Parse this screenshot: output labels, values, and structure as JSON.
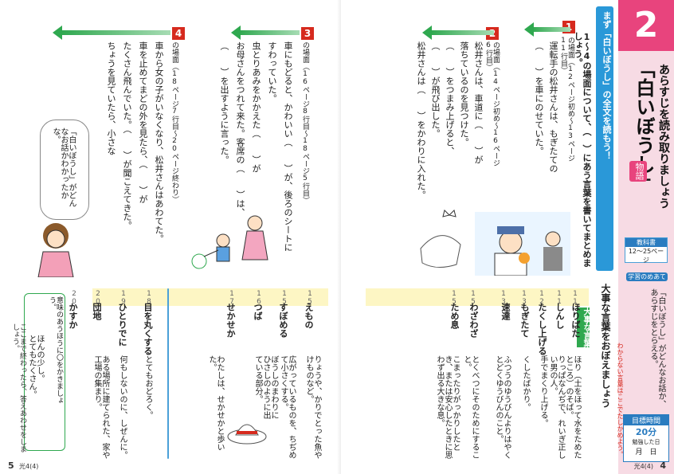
{
  "unit": {
    "number": "2",
    "title": "「白いぼうし」",
    "genre": "物語",
    "subtitle": "あらすじを読み取りましょう"
  },
  "textbook": {
    "label": "教科書",
    "pages": "12～25ページ"
  },
  "goal": {
    "label": "学習のめあて",
    "text": "「白いぼうし」がどんなお話か、あらすじをとらえる。"
  },
  "time": {
    "label": "目標時間",
    "minutes": "20分",
    "study_date": "勉強した日",
    "month": "月",
    "day": "日"
  },
  "instruction": "まず「白いぼうし」の全文を読もう！",
  "task": "1～4の場面について、（　）にあう言葉を書いてまとめましょう。",
  "scenes": [
    {
      "num": "1",
      "title": "の場面（12ページ初め～13ページ11行目）",
      "lines": [
        "運転手の松井さんは、もぎたての",
        "（　　）を車にのせていた。"
      ]
    },
    {
      "num": "2",
      "title": "の場面（14ページ初め～16ページ6行目）",
      "lines": [
        "松井さんは、車道に（　　）が",
        "落ちているのを見つけた。",
        "（　　）をつまみ上げると、",
        "（　　）が飛び出した。",
        "松井さんは（　　）をかわりに入れた。"
      ]
    },
    {
      "num": "3",
      "title": "の場面（16ページ8行目～18ページ5行目）",
      "lines": [
        "車にもどると、かわいい（　　）が、後ろのシートに",
        "すわっていた。",
        "虫とりあみをかかえた（　　）が",
        "お母さんをつれて来た。客席の（　　）は、",
        "（　　）を出すように言った。"
      ]
    },
    {
      "num": "4",
      "title": "の場面（18ページ7行目～20ページ終わり）",
      "lines": [
        "車から女の子がいなくなり、松井さんはあわてた。",
        "車を止めてまどの外を見たら、（　　）が",
        "たくさん飛んでいた。（　　）が聞こえてきた。",
        "ちょうを見ていたら、小さな"
      ]
    }
  ],
  "speech": "「白いぼうし」がどんなお話かわかったかな。",
  "vocab_section": {
    "title": "大事な言葉をおぼえましょう",
    "note": "わからない言葉はここでたしかめよう。",
    "header_word": "大事な言葉",
    "header_meaning": "意味と使い方"
  },
  "vocab_right": [
    {
      "n": "11",
      "word": "ほりばた",
      "def": "ほり（土をほって水をためたところ）のそば。"
    },
    {
      "n": "11",
      "word": "しんし",
      "def": "りっぱなんぢで、れいぎ正しい男の人。"
    },
    {
      "n": "12",
      "word": "たくし上げる",
      "def": "手でまくり上げる。"
    },
    {
      "n": "13",
      "word": "もぎたて",
      "def": "くしたばかり。"
    },
    {
      "n": "13",
      "word": "速達",
      "def": "ふつうのゆうびんよりはやくとどくゆうびんのこと。"
    },
    {
      "n": "15",
      "word": "わざわざ",
      "def": "とくべつにそのためにすること。"
    },
    {
      "n": "15",
      "word": "ため息",
      "def": "こまったりがっかりしたとき、または安心したときに思わず出る大きな息。"
    }
  ],
  "vocab_left": [
    {
      "n": "15",
      "word": "えもの",
      "def": "りょうや、かりでとった魚やけものなど。"
    },
    {
      "n": "15",
      "word": "すぼめる",
      "def": "広がっているものを、ちぢめて小さくする。"
    },
    {
      "n": "16",
      "word": "つば",
      "def": "ぼうしのまわりにひさしのように出ている部分。"
    },
    {
      "n": "17",
      "word": "せかせか",
      "def": "わたしは、せかせかと歩いた。"
    },
    {
      "n": "18",
      "word": "目を丸くする",
      "def": "とてもおどろく。"
    },
    {
      "n": "19",
      "word": "ひとりでに",
      "def": "何もしないのに、しぜんに。"
    },
    {
      "n": "20",
      "word": "団地",
      "def": "ある場所に建てられた、家や工場の集まり。"
    },
    {
      "n": "20",
      "word": "かすか",
      "def": "ほんの少し。"
    }
  ],
  "quiz": {
    "prompt": "意味のあうほうに〇をかきましょう。",
    "opt1": "ほんの少し。",
    "opt2": "とてもたくさん。"
  },
  "footer_note": "ここまで終わったら、答えあわせをしましょう。",
  "page_right": "4",
  "page_left": "5",
  "code": "光4(4)"
}
